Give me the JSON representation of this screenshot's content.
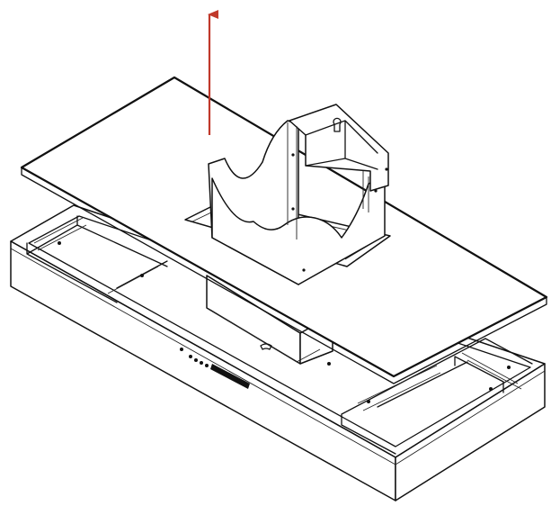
{
  "diagram": {
    "type": "exploded-assembly-illustration",
    "arrow_color": "#c0392b",
    "line_color": "#111111",
    "background": "#ffffff",
    "parts": [
      "hood-body",
      "top-panel",
      "chimney-bracket",
      "red-direction-arrow"
    ]
  }
}
